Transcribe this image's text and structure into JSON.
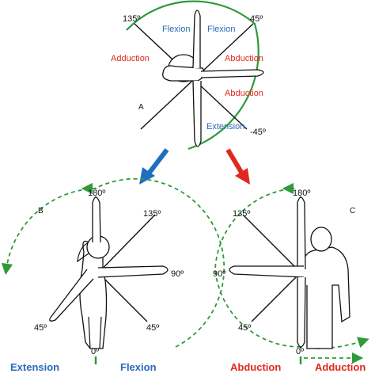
{
  "panels": {
    "a": {
      "letter": "A",
      "angles": {
        "deg135": "135º",
        "deg45": "45º",
        "deg_neg45": "-45º"
      },
      "motions": {
        "flexion_left": "Flexion",
        "flexion_right": "Flexion",
        "abduction_left": "Adduction",
        "abduction_right_upper": "Abduction",
        "abduction_right_lower": "Abduction",
        "extension": "Extension"
      }
    },
    "b": {
      "letter": "B",
      "angles": {
        "deg180": "180º",
        "deg135": "135º",
        "deg90": "90º",
        "deg45_left": "45º",
        "deg45_right": "45º",
        "deg0": "0º"
      },
      "bottom": {
        "left": "Extension",
        "right": "Flexion"
      }
    },
    "c": {
      "letter": "C",
      "angles": {
        "deg180": "180º",
        "deg135": "135º",
        "deg90": "90º",
        "deg45": "45º",
        "deg0": "0º"
      },
      "bottom": {
        "left": "Abduction",
        "right": "Adduction"
      }
    }
  },
  "colors": {
    "blue_text": "#2a6ab8",
    "red_text": "#e0281e",
    "green_arc": "#2e9a3a",
    "blue_arrow": "#1f6fc0",
    "red_arrow": "#e0281e",
    "line": "#111111"
  }
}
